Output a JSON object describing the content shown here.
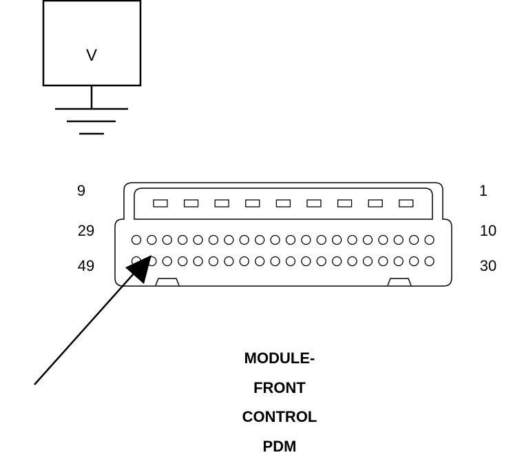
{
  "meter": {
    "label": "V"
  },
  "connector": {
    "pin_labels": {
      "top_left": "9",
      "top_right": "1",
      "middle_left": "29",
      "middle_right": "10",
      "bottom_left": "49",
      "bottom_right": "30"
    },
    "top_row_pins": 9,
    "middle_row_pins": 20,
    "bottom_row_pins": 20
  },
  "caption": {
    "lines": [
      "MODULE-",
      "FRONT",
      "CONTROL",
      "PDM"
    ]
  }
}
